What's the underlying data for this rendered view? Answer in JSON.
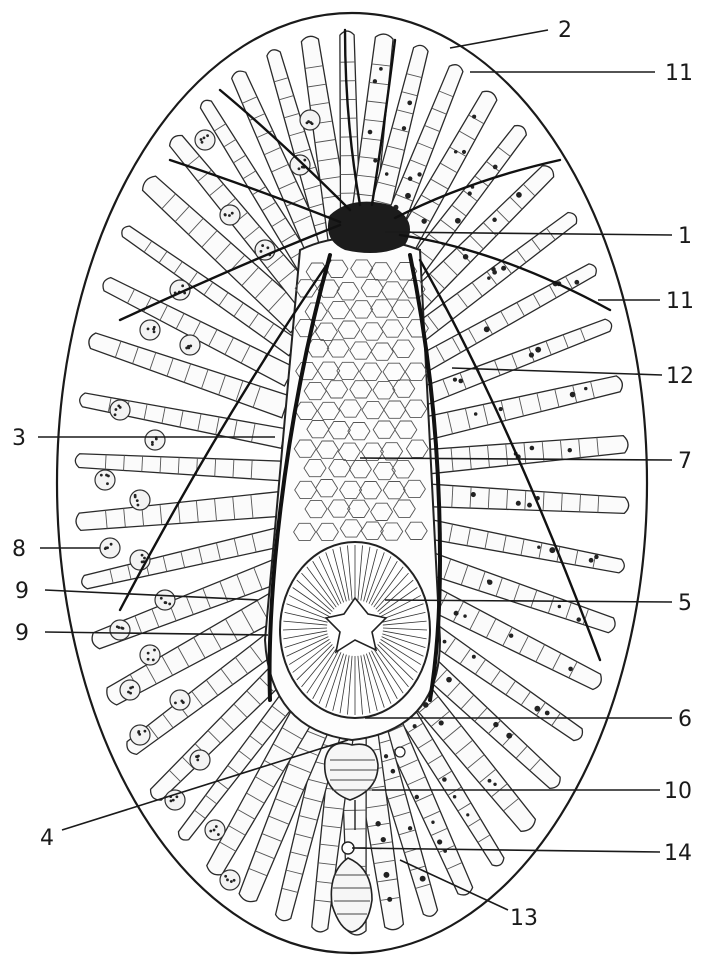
{
  "diagram": {
    "labels": [
      {
        "id": "label-2",
        "text": "2"
      },
      {
        "id": "label-11-top",
        "text": "11"
      },
      {
        "id": "label-1",
        "text": "1"
      },
      {
        "id": "label-11-mid",
        "text": "11"
      },
      {
        "id": "label-12",
        "text": "12"
      },
      {
        "id": "label-3",
        "text": "3"
      },
      {
        "id": "label-7",
        "text": "7"
      },
      {
        "id": "label-8",
        "text": "8"
      },
      {
        "id": "label-9-upper",
        "text": "9"
      },
      {
        "id": "label-5",
        "text": "5"
      },
      {
        "id": "label-9-lower",
        "text": "9"
      },
      {
        "id": "label-6",
        "text": "6"
      },
      {
        "id": "label-10",
        "text": "10"
      },
      {
        "id": "label-4",
        "text": "4"
      },
      {
        "id": "label-14",
        "text": "14"
      },
      {
        "id": "label-13",
        "text": "13"
      }
    ]
  }
}
